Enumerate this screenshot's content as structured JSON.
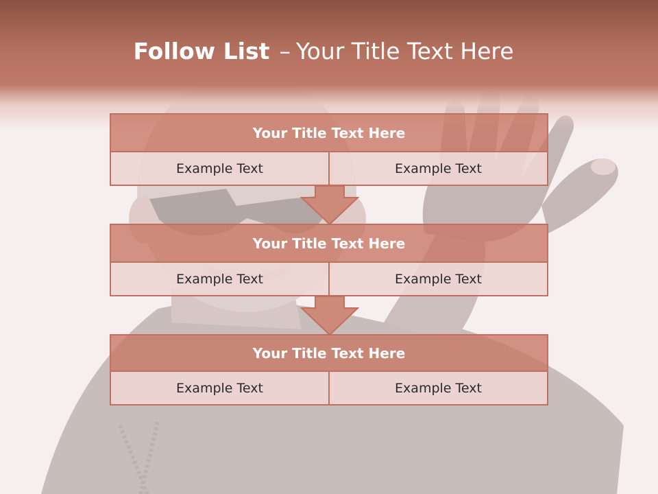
{
  "slide": {
    "title_bold": "Follow List",
    "title_dash": "–",
    "title_rest": "Your Title Text Here"
  },
  "steps": [
    {
      "title": "Your Title Text Here",
      "left": "Example Text",
      "right": "Example Text"
    },
    {
      "title": "Your Title Text Here",
      "left": "Example Text",
      "right": "Example Text"
    },
    {
      "title": "Your Title Text Here",
      "left": "Example Text",
      "right": "Example Text"
    }
  ],
  "colors": {
    "accent": "#c0705e",
    "title_fill": "#c87664",
    "cell_fill": "#eed6d4",
    "header": "#b4705f"
  },
  "background_image": "man-in-sunglasses-raising-hand-photo"
}
